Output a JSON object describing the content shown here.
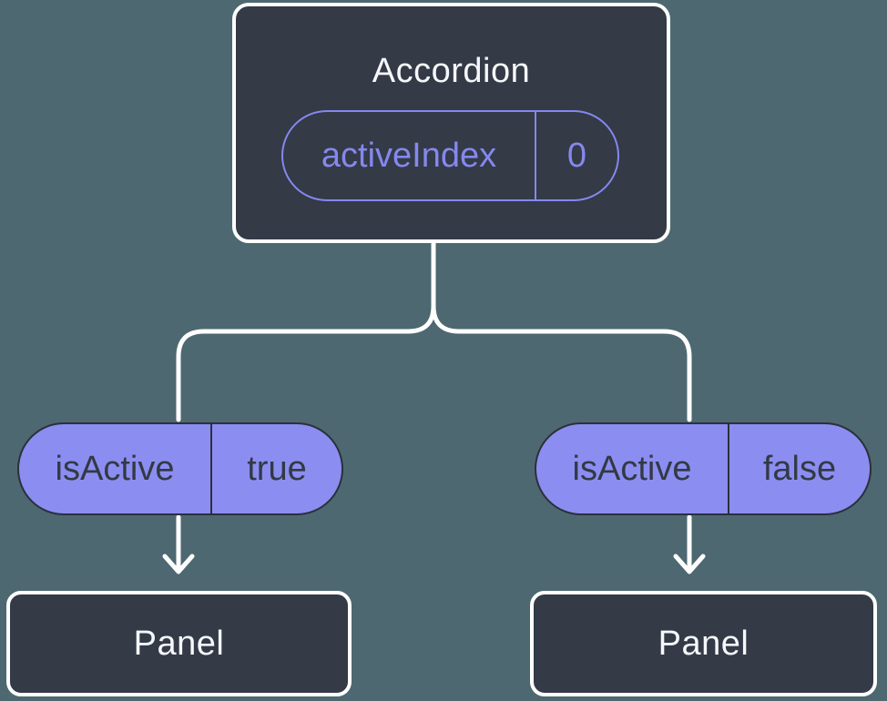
{
  "colors": {
    "background": "#4d6871",
    "node_fill": "#343a46",
    "node_border": "#ffffff",
    "connector": "#ffffff",
    "purple_outline": "#8488ee",
    "purple_fill": "#8b8ef0",
    "pill_border": "#2b303c",
    "dark_text": "#333945",
    "light_text": "#f5f7fa"
  },
  "tree": {
    "root": {
      "title": "Accordion",
      "pill": {
        "label": "activeIndex",
        "value": "0"
      }
    },
    "branches": [
      {
        "pill": {
          "label": "isActive",
          "value": "true"
        },
        "node": {
          "title": "Panel"
        }
      },
      {
        "pill": {
          "label": "isActive",
          "value": "false"
        },
        "node": {
          "title": "Panel"
        }
      }
    ]
  }
}
